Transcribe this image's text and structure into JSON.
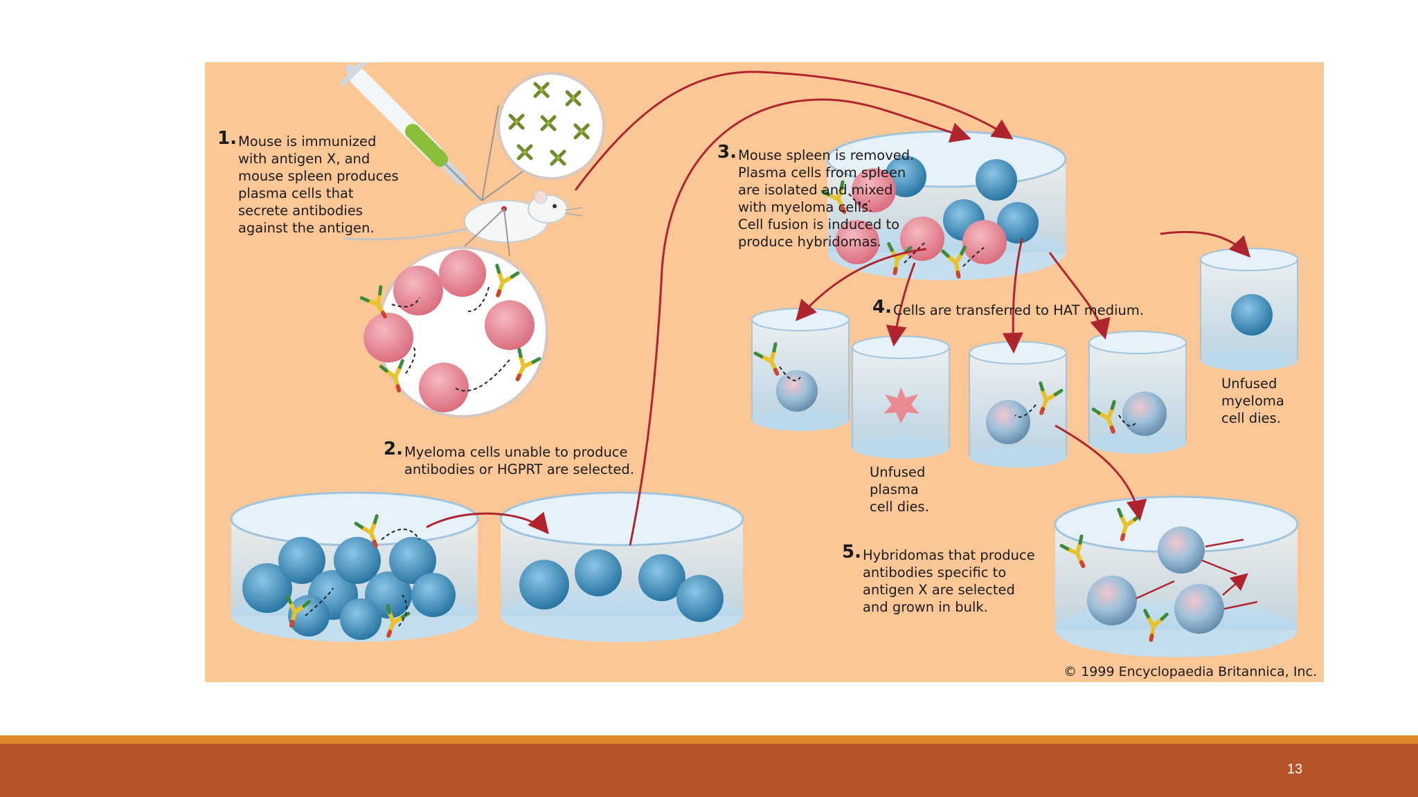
{
  "figure": {
    "background": "#fcc797",
    "steps": [
      {
        "number": "1.",
        "text": "Mouse is immunized\nwith antigen X, and\nmouse spleen produces\nplasma cells that\nsecrete antibodies\nagainst the antigen."
      },
      {
        "number": "2.",
        "text": "Myeloma cells unable to produce\nantibodies or HGPRT are selected."
      },
      {
        "number": "3.",
        "text": "Mouse spleen is removed.\nPlasma cells from spleen\nare isolated and mixed\nwith myeloma cells.\nCell fusion is induced to\nproduce hybridomas."
      },
      {
        "number": "4.",
        "text": "Cells are transferred to HAT medium."
      },
      {
        "number": "5.",
        "text": "Hybridomas that produce\nantibodies specific to\nantigen X are selected\nand grown in bulk."
      }
    ],
    "notes": {
      "unfused_plasma": "Unfused\nplasma\ncell dies.",
      "unfused_myeloma": "Unfused\nmyeloma\ncell dies."
    },
    "copyright": "© 1999 Encyclopaedia Britannica, Inc.",
    "colors": {
      "plasma_cell": "#e7848f",
      "myeloma_cell": "#3f8fbd",
      "arrow": "#b0242e",
      "dish": "#cfe4f2"
    }
  },
  "footer": {
    "page_number": "13",
    "bar_color": "#b85329",
    "accent_color": "#e0872a"
  }
}
